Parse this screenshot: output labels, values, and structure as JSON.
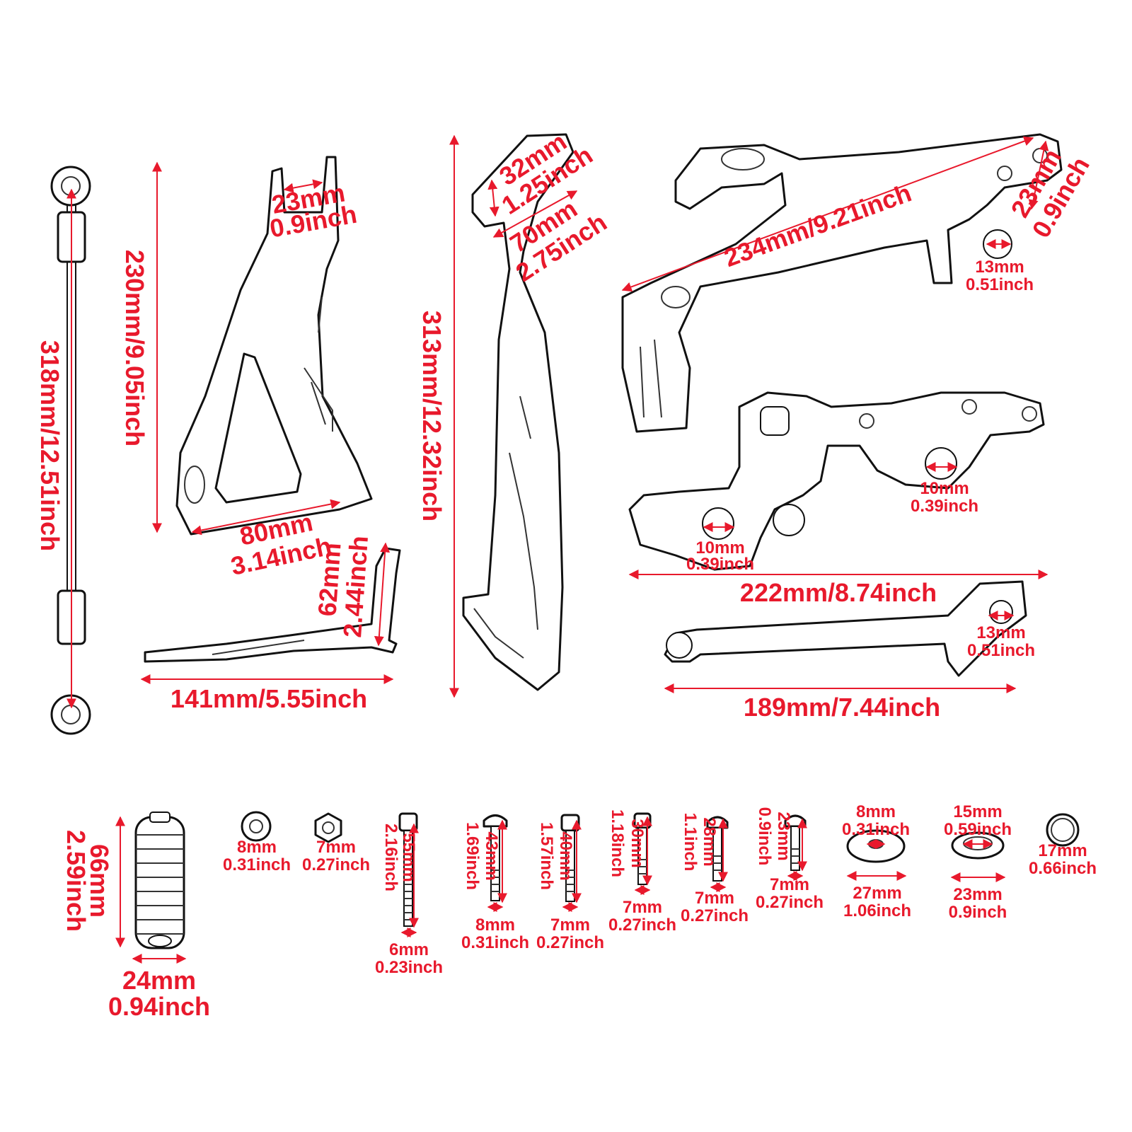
{
  "accent_color": "#e8192c",
  "labels": {
    "rod_length": "318mm/12.51inch",
    "bracket_height": "230mm/9.05inch",
    "bracket_slot_mm": "23mm",
    "bracket_slot_in": "0.9inch",
    "bracket_base_mm": "80mm",
    "bracket_base_in": "3.14inch",
    "shifter_height_mm": "62mm",
    "shifter_height_in": "2.44inch",
    "shifter_length": "141mm/5.55inch",
    "brake_arm_length": "313mm/12.32inch",
    "brake_pad_mm": "32mm",
    "brake_pad_in": "1.25inch",
    "brake_pad_len_mm": "70mm",
    "brake_pad_len_in": "2.75inch",
    "lever_length": "234mm/9.21inch",
    "lever_end_mm": "23mm",
    "lever_end_in": "0.9inch",
    "lever_hole_mm": "13mm",
    "lever_hole_in": "0.51inch",
    "mount_hole1_mm": "10mm",
    "mount_hole1_in": "0.39inch",
    "mount_hole2_mm": "10mm",
    "mount_hole2_in": "0.39inch",
    "mount_length": "222mm/8.74inch",
    "link_hole_mm": "13mm",
    "link_hole_in": "0.51inch",
    "link_length": "189mm/7.44inch",
    "peg_height_mm": "66mm",
    "peg_height_in": "2.59inch",
    "peg_width_mm": "24mm",
    "peg_width_in": "0.94inch",
    "nut1_mm": "8mm",
    "nut1_in": "0.31inch",
    "nut2_mm": "7mm",
    "nut2_in": "0.27inch",
    "bolt55_len_mm": "55mm",
    "bolt55_len_in": "2.16inch",
    "bolt55_dia_mm": "6mm",
    "bolt55_dia_in": "0.23inch",
    "bolt43_len_mm": "43mm",
    "bolt43_len_in": "1.69inch",
    "bolt43_dia_mm": "8mm",
    "bolt43_dia_in": "0.31inch",
    "bolt40_len_mm": "40mm",
    "bolt40_len_in": "1.57inch",
    "bolt40_dia_mm": "7mm",
    "bolt40_dia_in": "0.27inch",
    "bolt30_len_mm": "30mm",
    "bolt30_len_in": "1.18inch",
    "bolt30_dia_mm": "7mm",
    "bolt30_dia_in": "0.27inch",
    "bolt28_len_mm": "28mm",
    "bolt28_len_in": "1.1inch",
    "bolt28_dia_mm": "7mm",
    "bolt28_dia_in": "0.27inch",
    "bolt23_len_mm": "23mm",
    "bolt23_len_in": "0.9inch",
    "bolt23_dia_mm": "7mm",
    "bolt23_dia_in": "0.27inch",
    "washer1_in_mm": "8mm",
    "washer1_in_in": "0.31inch",
    "washer1_out_mm": "27mm",
    "washer1_out_in": "1.06inch",
    "washer2_in_mm": "15mm",
    "washer2_in_in": "0.59inch",
    "washer2_out_mm": "23mm",
    "washer2_out_in": "0.9inch",
    "ring_mm": "17mm",
    "ring_in": "0.66inch"
  }
}
